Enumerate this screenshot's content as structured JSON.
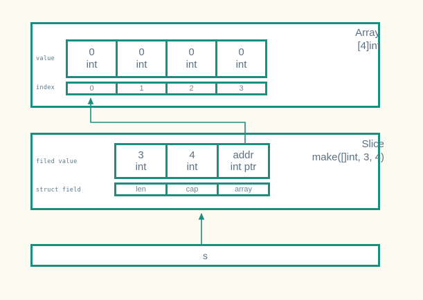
{
  "meta": {
    "accent_color": "#1a8f7f",
    "text_color": "#5a7184",
    "background_color": "#fdfaf2",
    "box_fill_color": "#ffffff"
  },
  "array_section": {
    "title_line1": "Array",
    "title_line2": "[4]int",
    "row_labels": {
      "value": "value",
      "index": "index"
    },
    "value_cells": [
      {
        "main": "0",
        "type": "int"
      },
      {
        "main": "0",
        "type": "int"
      },
      {
        "main": "0",
        "type": "int"
      },
      {
        "main": "0",
        "type": "int"
      }
    ],
    "index_cells": [
      "0",
      "1",
      "2",
      "3"
    ]
  },
  "slice_section": {
    "title_line1": "Slice",
    "title_line2": "make([]int, 3, 4)",
    "row_labels": {
      "filed_value": "filed value",
      "struct_field": "struct field"
    },
    "value_cells": [
      {
        "main": "3",
        "type": "int"
      },
      {
        "main": "4",
        "type": "int"
      },
      {
        "main": "addr",
        "type": "int ptr"
      }
    ],
    "field_cells": [
      "len",
      "cap",
      "array"
    ]
  },
  "variable_section": {
    "label": "s"
  },
  "connectors": [
    {
      "name": "array-pointer-connector",
      "from": "slice.array-field",
      "to": "array.index-0"
    },
    {
      "name": "slice-variable-connector",
      "from": "variable.s",
      "to": "slice-box"
    }
  ]
}
